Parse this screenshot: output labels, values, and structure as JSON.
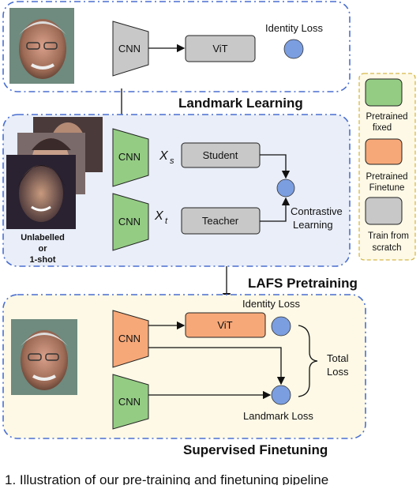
{
  "sections": {
    "landmark": {
      "title": "Landmark Learning",
      "cnn": "CNN",
      "vit": "ViT",
      "loss": "Identity Loss"
    },
    "lafs": {
      "title": "LAFS Pretraining",
      "cnn_top": "CNN",
      "cnn_bottom": "CNN",
      "xs": "X",
      "xs_sub": "s",
      "xt": "X",
      "xt_sub": "t",
      "student": "Student",
      "teacher": "Teacher",
      "contrastive_line1": "Contrastive",
      "contrastive_line2": "Learning",
      "data_line1": "Unlabelled",
      "data_line2": "or",
      "data_line3": "1-shot"
    },
    "finetune": {
      "title": "Supervised Finetuning",
      "cnn_top": "CNN",
      "cnn_bottom": "CNN",
      "vit": "ViT",
      "identity_loss": "Identity Loss",
      "landmark_loss": "Landmark Loss",
      "total_line1": "Total",
      "total_line2": "Loss"
    }
  },
  "legend": {
    "green_line1": "Pretrained",
    "green_line2": "fixed",
    "orange_line1": "Pretrained",
    "orange_line2": "Finetune",
    "gray_line1": "Train from",
    "gray_line2": "scratch"
  },
  "caption": "1. Illustration of our pre-training and finetuning pipeline",
  "colors": {
    "green": "#94cc84",
    "orange": "#f7a878",
    "gray": "#c8c8c8",
    "loss_circle": "#7b9ee0",
    "panel_blue": "#e9eef8",
    "panel_yellow": "#fdf9e6",
    "border_blue": "#4a6fd0"
  }
}
